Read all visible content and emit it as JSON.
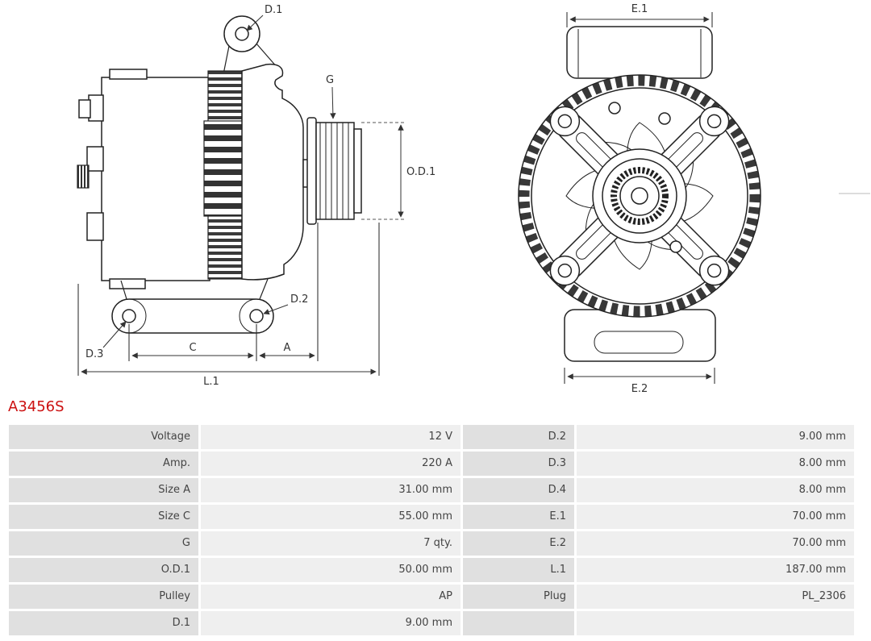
{
  "part_number": "A3456S",
  "colors": {
    "part_number_text": "#cc1111",
    "table_label_bg": "#e0e0e0",
    "table_value_bg": "#efefef",
    "drawing_line": "#222222"
  },
  "diagram_labels": {
    "d1": "D.1",
    "g": "G",
    "od1": "O.D.1",
    "d2": "D.2",
    "d3": "D.3",
    "c": "C",
    "a": "A",
    "l1": "L.1",
    "e1": "E.1",
    "e2": "E.2"
  },
  "spec_table": {
    "rows": [
      {
        "label_left": "Voltage",
        "value_left": "12 V",
        "label_right": "D.2",
        "value_right": "9.00 mm"
      },
      {
        "label_left": "Amp.",
        "value_left": "220 A",
        "label_right": "D.3",
        "value_right": "8.00 mm"
      },
      {
        "label_left": "Size A",
        "value_left": "31.00 mm",
        "label_right": "D.4",
        "value_right": "8.00 mm"
      },
      {
        "label_left": "Size C",
        "value_left": "55.00 mm",
        "label_right": "E.1",
        "value_right": "70.00 mm"
      },
      {
        "label_left": "G",
        "value_left": "7 qty.",
        "label_right": "E.2",
        "value_right": "70.00 mm"
      },
      {
        "label_left": "O.D.1",
        "value_left": "50.00 mm",
        "label_right": "L.1",
        "value_right": "187.00 mm"
      },
      {
        "label_left": "Pulley",
        "value_left": "AP",
        "label_right": "Plug",
        "value_right": "PL_2306"
      },
      {
        "label_left": "D.1",
        "value_left": "9.00 mm",
        "label_right": "",
        "value_right": ""
      }
    ]
  }
}
